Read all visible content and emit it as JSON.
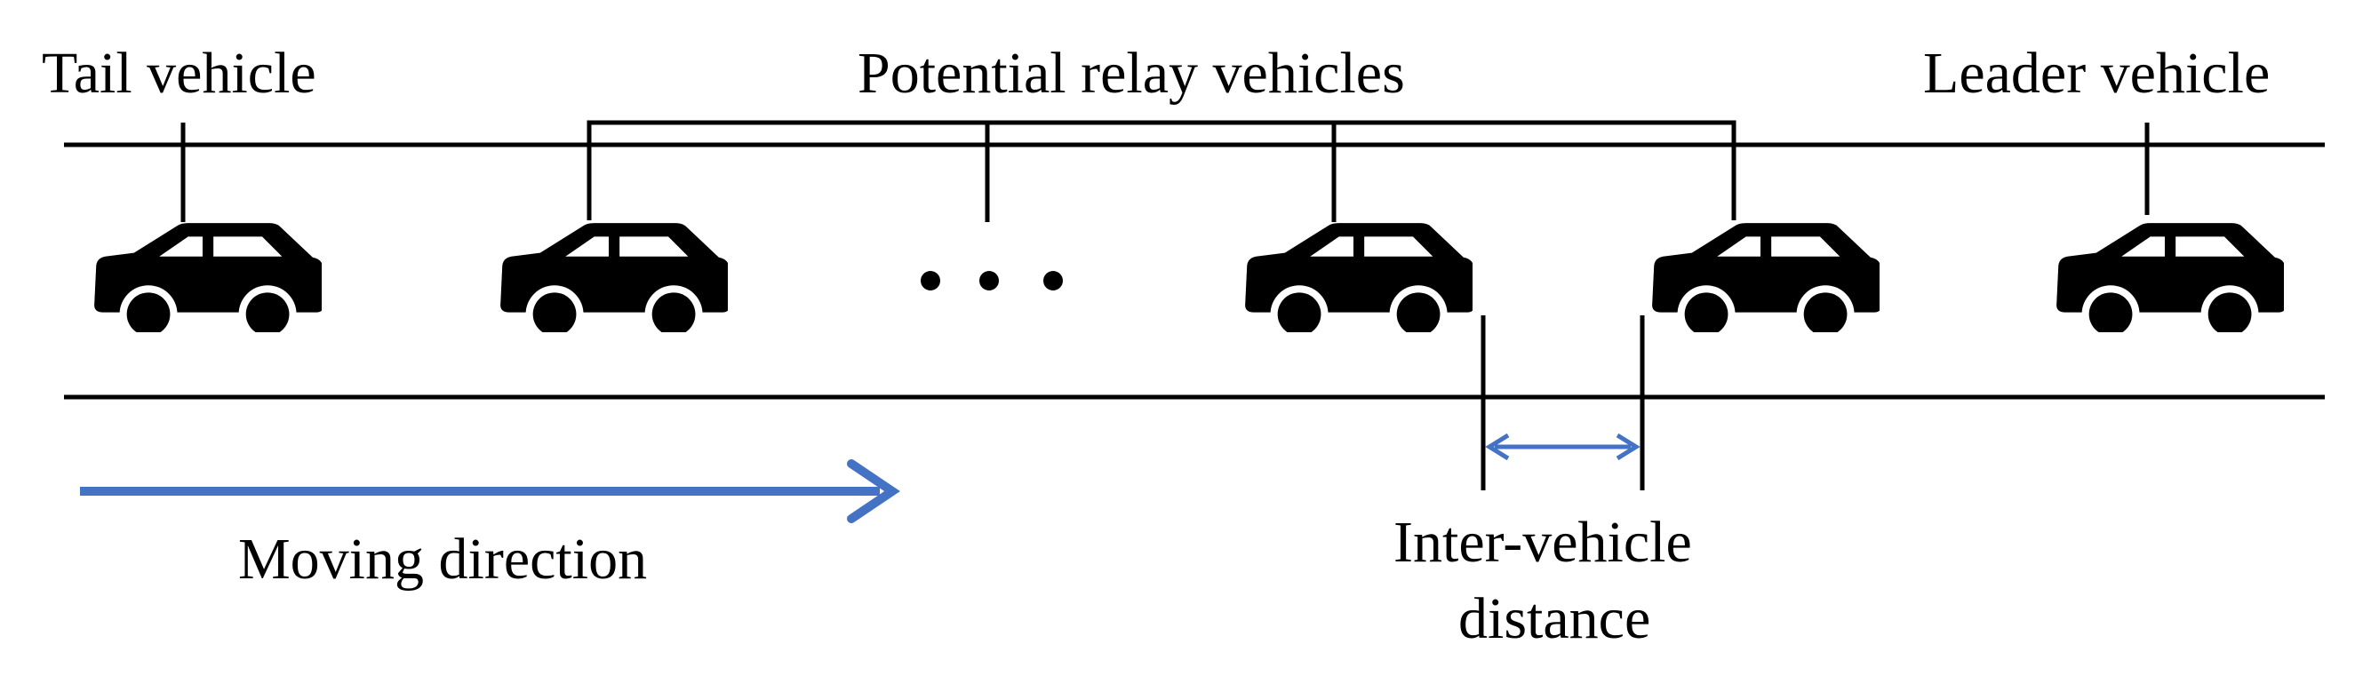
{
  "labels": {
    "tail": "Tail vehicle",
    "relay": "Potential relay vehicles",
    "leader": "Leader vehicle",
    "moving": "Moving direction",
    "distance_line1": "Inter-vehicle",
    "distance_line2": "distance"
  },
  "vehicles": [
    {
      "role": "tail",
      "icon": "car-icon"
    },
    {
      "role": "relay",
      "icon": "car-icon"
    },
    {
      "role": "relay",
      "icon": "car-icon"
    },
    {
      "role": "relay",
      "icon": "car-icon"
    },
    {
      "role": "leader",
      "icon": "car-icon"
    }
  ],
  "colors": {
    "ink": "#000000",
    "arrow": "#4472C4"
  }
}
